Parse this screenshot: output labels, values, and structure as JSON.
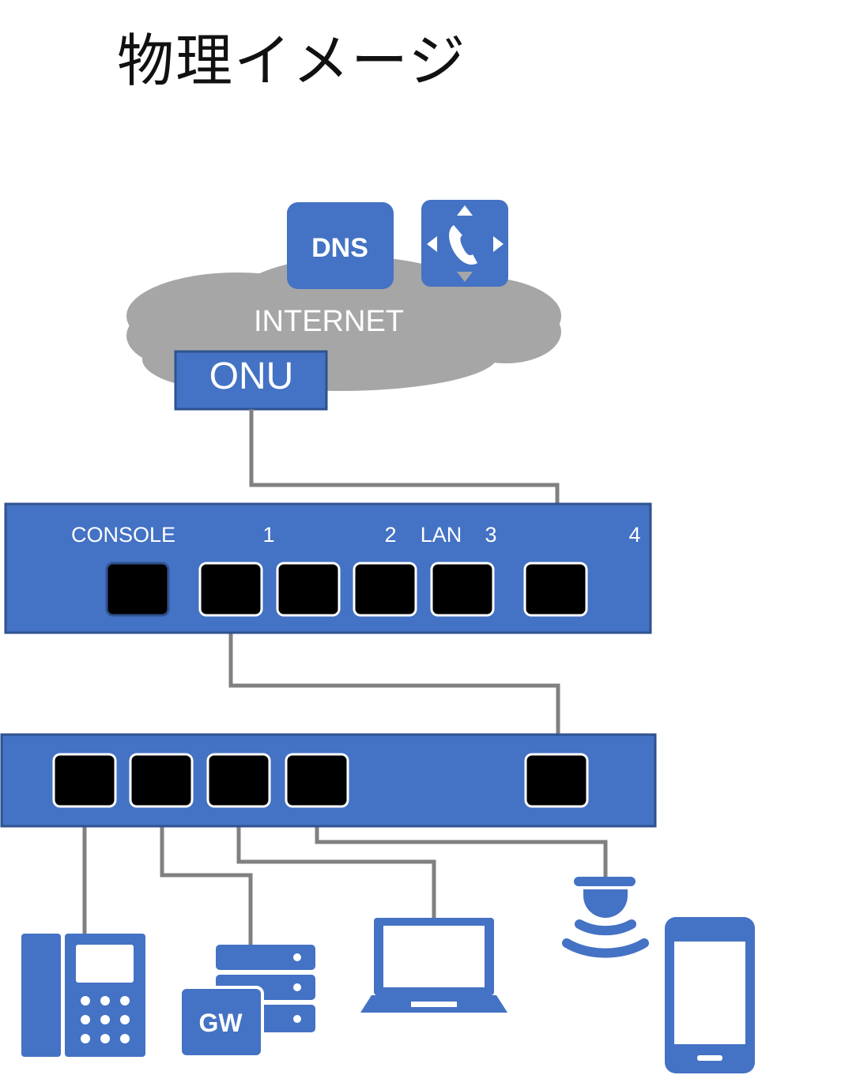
{
  "title": "物理イメージ",
  "internet": {
    "label": "INTERNET"
  },
  "dns": {
    "label": "DNS"
  },
  "onu": {
    "label": "ONU"
  },
  "router": {
    "port_labels": {
      "console": "CONSOLE",
      "p1": "1",
      "p2": "2",
      "lan": "LAN",
      "p3": "3",
      "p4": "4"
    }
  },
  "gateway": {
    "label": "GW"
  },
  "colors": {
    "device_blue": "#4472C4",
    "device_border": "#2F528F",
    "cloud": "#A6A6A6",
    "cable": "#808080",
    "port": "#000000"
  },
  "icons": [
    "dns-server-icon",
    "sip-phone-service-icon",
    "desk-phone-icon",
    "gateway-server-icon",
    "laptop-icon",
    "wifi-access-point-icon",
    "smartphone-icon"
  ]
}
